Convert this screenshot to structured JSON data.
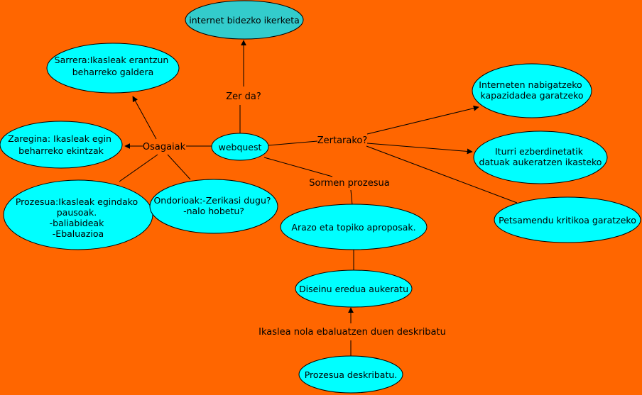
{
  "colors": {
    "background": "#ff6600",
    "node_fill": "#00ffff",
    "root_fill": "#33cccc",
    "stroke": "#000000"
  },
  "nodes": {
    "internet": {
      "lines": [
        "internet bidezko ikerketa"
      ]
    },
    "sarrera": {
      "lines": [
        "Sarrera:Ikasleak erantzun",
        "beharreko galdera"
      ]
    },
    "zaregina": {
      "lines": [
        "Zaregina: Ikasleak egin",
        "beharreko ekintzak"
      ]
    },
    "webquest": {
      "lines": [
        "webquest"
      ]
    },
    "prozesua": {
      "lines": [
        "Prozesua:Ikasleak egindako",
        "pausoak.",
        "-baliabideak",
        "-Ebaluazioa"
      ]
    },
    "ondorioak": {
      "lines": [
        "Ondorioak:-Zerikasi dugu?",
        "-nalo hobetu?"
      ]
    },
    "interneten": {
      "lines": [
        "Interneten nabigatzeko",
        "kapazidadea garatzeko"
      ]
    },
    "iturri": {
      "lines": [
        "Iturri ezberdinetatik",
        "datuak aukeratzen ikasteko"
      ]
    },
    "petsamendu": {
      "lines": [
        "Petsamendu kritikoa garatzeko"
      ]
    },
    "arazo": {
      "lines": [
        "Arazo eta topiko aproposak."
      ]
    },
    "diseinu": {
      "lines": [
        "Diseinu eredua aukeratu"
      ]
    },
    "prozesu_desk": {
      "lines": [
        "Prozesua deskribatu."
      ]
    }
  },
  "links": {
    "zer_da": "Zer da?",
    "osagaiak": "Osagaiak",
    "zertarako": "Zertarako?",
    "sormen": "Sormen prozesua",
    "ikaslea": "Ikaslea nola ebaluatzen duen deskribatu"
  }
}
